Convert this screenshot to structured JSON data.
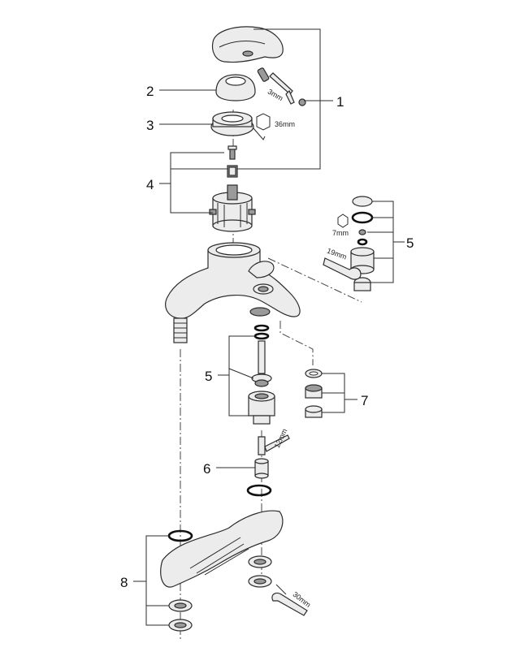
{
  "callouts": {
    "c1": "1",
    "c2": "2",
    "c3": "3",
    "c4": "4",
    "c5a": "5",
    "c5b": "5",
    "c6": "6",
    "c7": "7",
    "c8": "8"
  },
  "dimensions": {
    "d_3mm": "3mm",
    "d_36mm": "36mm",
    "d_7mm": "7mm",
    "d_19mm": "19mm",
    "d_12mm": "12mm",
    "d_30mm": "30mm"
  }
}
